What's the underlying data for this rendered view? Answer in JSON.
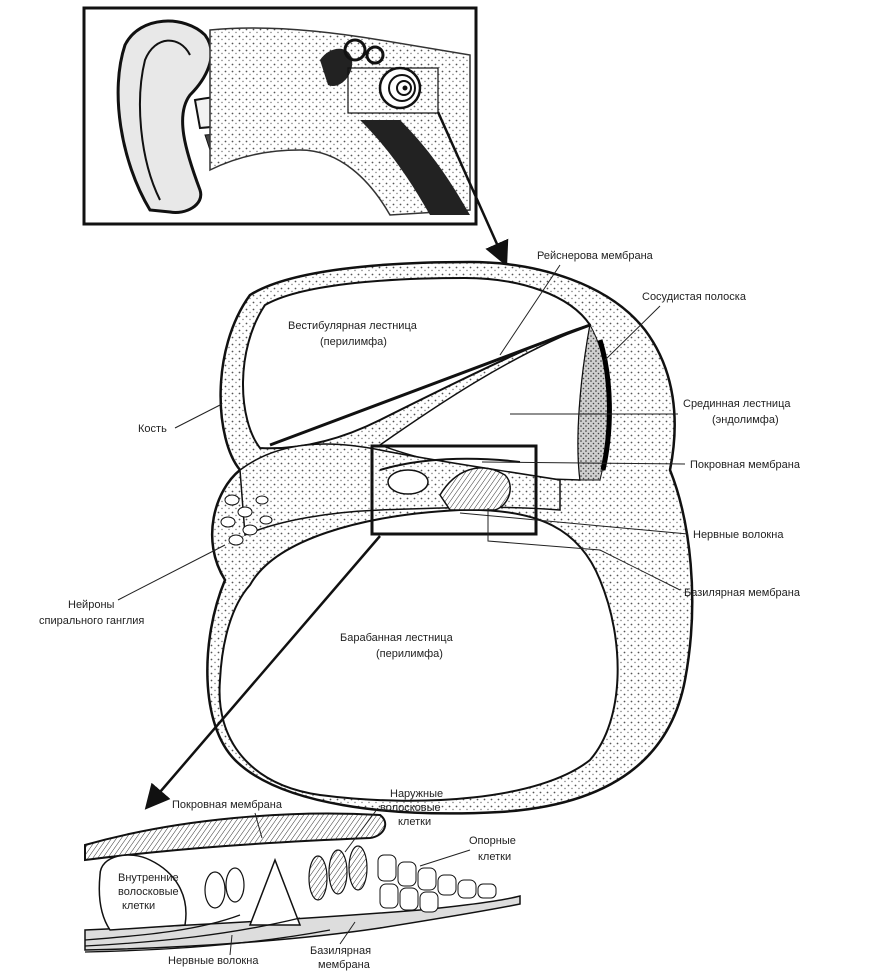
{
  "labels": {
    "reissner": "Рейснерова мембрана",
    "stria": "Сосудистая полоска",
    "vestibular_1": "Вестибулярная лестница",
    "vestibular_2": "(перилимфа)",
    "median_1": "Срединная лестница",
    "median_2": "(эндолимфа)",
    "bone": "Кость",
    "tectorial": "Покровная мембрана",
    "nerve_fibers": "Нервные волокна",
    "basilar": "Базилярная мембрана",
    "neurons_1": "Нейроны",
    "neurons_2": "спирального ганглия",
    "tympanic_1": "Барабанная лестница",
    "tympanic_2": "(перилимфа)"
  },
  "detail_labels": {
    "tectorial": "Покровная мембрана",
    "outer_hair_1": "Наружные",
    "outer_hair_2": "волосковые",
    "outer_hair_3": "клетки",
    "supporting_1": "Опорные",
    "supporting_2": "клетки",
    "inner_hair_1": "Внутренние",
    "inner_hair_2": "волосковые",
    "inner_hair_3": "клетки",
    "nerve_fibers": "Нервные волокна",
    "basilar_1": "Базилярная",
    "basilar_2": "мембрана"
  }
}
